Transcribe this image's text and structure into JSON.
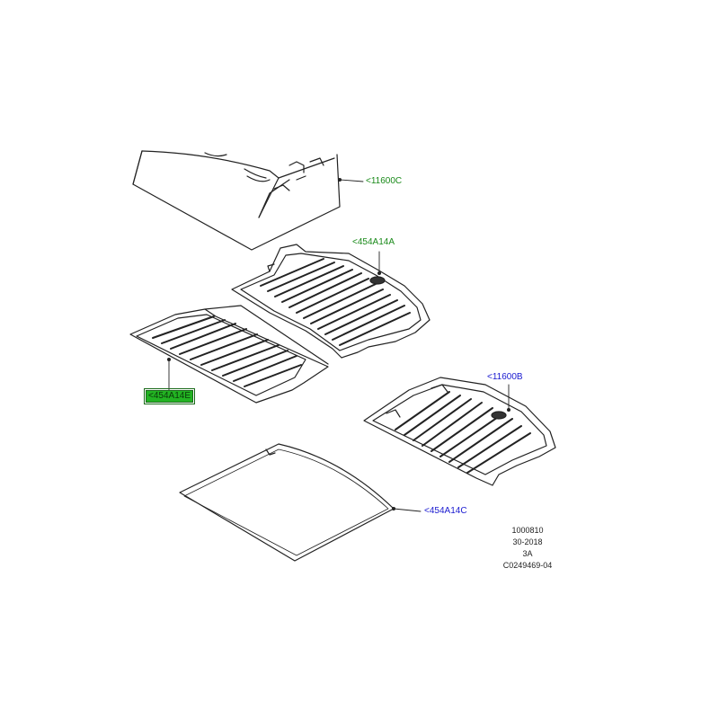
{
  "callouts": {
    "top_cover": "<11600C",
    "upper_mat": "<454A14A",
    "left_mat": "<454A14E",
    "right_tray": "<11600B",
    "bottom_mat": "<454A14C"
  },
  "colors": {
    "callout_green": "#1a8a1a",
    "callout_blue": "#1a1ad0",
    "highlight_box": "#22b322",
    "line": "#222222"
  },
  "reference": {
    "line1": "1000810",
    "line2": "30-2018",
    "line3": "3A",
    "line4": "C0249469-04"
  }
}
